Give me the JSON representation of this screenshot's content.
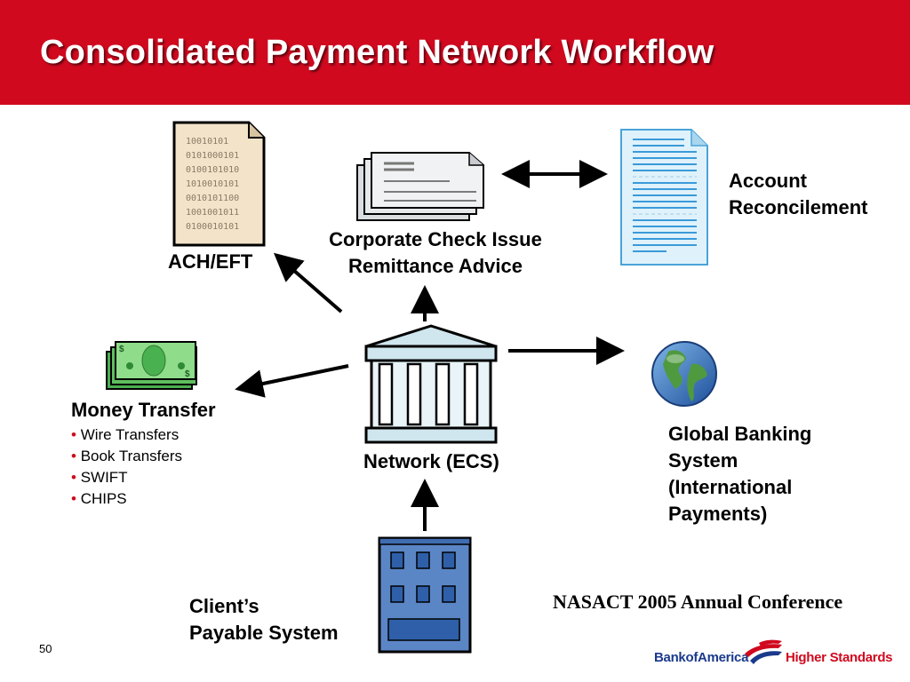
{
  "title": "Consolidated Payment Network Workflow",
  "nodes": {
    "ach": {
      "label": "ACH/EFT",
      "binary_lines": [
        "10010101",
        "0101000101",
        "0100101010",
        "1010010101",
        "0010101100",
        "1001001011",
        "0100010101"
      ]
    },
    "check": {
      "line1": "Corporate Check Issue",
      "line2": "Remittance Advice"
    },
    "reconcile": {
      "line1": "Account",
      "line2": "Reconcilement"
    },
    "money": {
      "label": "Money Transfer",
      "items": [
        "Wire Transfers",
        "Book Transfers",
        "SWIFT",
        "CHIPS"
      ]
    },
    "network": {
      "label": "Network (ECS)"
    },
    "global": {
      "line1": "Global Banking",
      "line2": "System",
      "line3": "(International",
      "line4": "Payments)"
    },
    "client": {
      "line1": "Client’s",
      "line2": "Payable System"
    }
  },
  "footer": {
    "conference": "NASACT 2005 Annual Conference",
    "page_number": "50",
    "logo_bank": "BankofAmerica",
    "logo_tagline": "Higher Standards"
  },
  "colors": {
    "header_red": "#d0091f",
    "logo_blue": "#1b3a8c",
    "bank_building": "#cfe6ee"
  }
}
